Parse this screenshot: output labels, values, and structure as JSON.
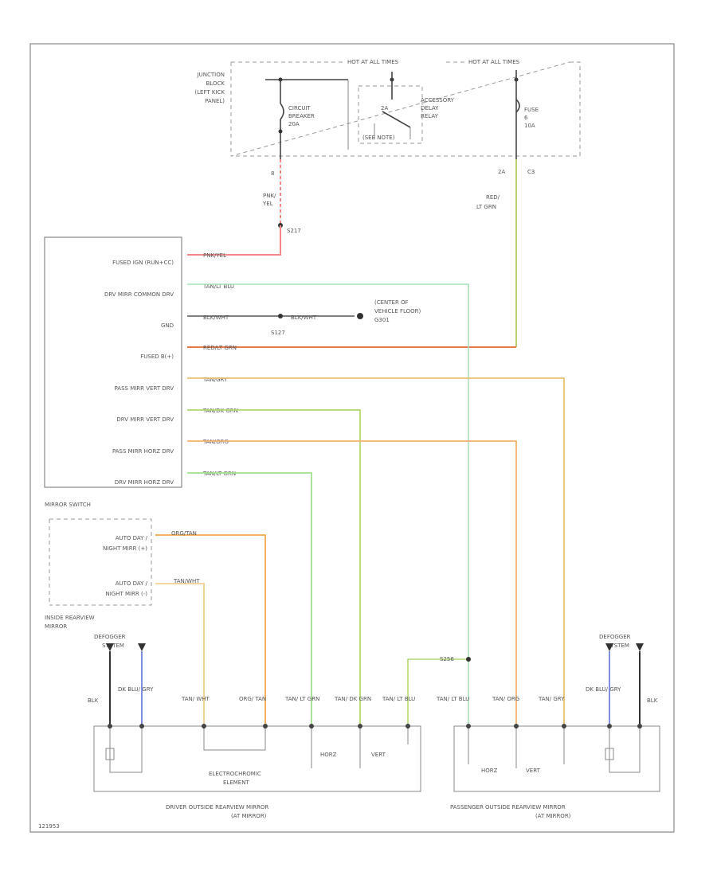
{
  "header": {
    "hot_run_start": "HOT AT ALL TIMES",
    "hot_all_times": "HOT AT ALL TIMES",
    "junction_block": [
      "JUNCTION",
      "BLOCK",
      "(LEFT KICK",
      "PANEL)"
    ]
  },
  "components": {
    "circuit_breaker": [
      "CIRCUIT",
      "BREAKER",
      "20A"
    ],
    "accessory_relay": [
      "ACCESSORY",
      "DELAY",
      "RELAY"
    ],
    "relay_pin": "2A",
    "relay_note": "(SEE NOTE)",
    "fuse": [
      "FUSE",
      "6",
      "10A"
    ],
    "fuse_pins": [
      "2A",
      "C3"
    ],
    "cb_pin": "8",
    "splice_top": "S217",
    "splice_gnd": "S127",
    "splice_right": "S256",
    "ground_location": [
      "(CENTER OF",
      "VEHICLE FLOOR)",
      "G301"
    ]
  },
  "switch": {
    "title": "MIRROR SWITCH",
    "pins": [
      {
        "label": "FUSED IGN (RUN+CC)",
        "wire": "PNK/YEL"
      },
      {
        "label": "DRV MIRR COMMON DRV",
        "wire": "TAN/LT BLU"
      },
      {
        "label": "GND",
        "wire": "BLK/WHT"
      },
      {
        "label": "FUSED B(+)",
        "wire": "RED/LT GRN"
      },
      {
        "label": "PASS MIRR VERT DRV",
        "wire": "TAN/GRY"
      },
      {
        "label": "DRV MIRR VERT DRV",
        "wire": "TAN/DK GRN"
      },
      {
        "label": "PASS MIRR HORZ DRV",
        "wire": "TAN/ORG"
      },
      {
        "label": "DRV MIRR HORZ DRV",
        "wire": "TAN/LT GRN"
      }
    ],
    "gnd_wire": "BLK/WHT"
  },
  "wires_labels": {
    "pnk_yel": [
      "PNK/",
      "YEL"
    ],
    "red_ltgrn": [
      "RED/",
      "LT GRN"
    ]
  },
  "inside_mirror": {
    "title": [
      "INSIDE REARVIEW",
      "MIRROR"
    ],
    "pin1": [
      "AUTO DAY /",
      "NIGHT MIRR (+)"
    ],
    "pin2": [
      "AUTO DAY /",
      "NIGHT MIRR (-)"
    ],
    "wire1": "ORG/TAN",
    "wire2": "TAN/WHT"
  },
  "driver_mirror": {
    "title": [
      "DRIVER OUTSIDE REARVIEW MIRROR",
      "(AT MIRROR)"
    ],
    "defogger": [
      "DEFOGGER",
      "SYSTEM"
    ],
    "wires": [
      "BLK",
      "DK BLU/ GRY",
      "TAN/ WHT",
      "ORG/ TAN",
      "TAN/ LT GRN",
      "TAN/ DK GRN",
      "TAN/ LT BLU"
    ],
    "element": [
      "ELECTROCHROMIC",
      "ELEMENT"
    ],
    "horz": "HORZ",
    "vert": "VERT"
  },
  "pass_mirror": {
    "title": [
      "PASSENGER OUTSIDE REARVIEW MIRROR",
      "(AT MIRROR)"
    ],
    "defogger": [
      "DEFOGGER",
      "SYSTEM"
    ],
    "wires": [
      "TAN/ LT BLU",
      "TAN/ ORG",
      "TAN/ GRY",
      "DK BLU/ GRY",
      "BLK"
    ],
    "horz": "HORZ",
    "vert": "VERT"
  },
  "colors": {
    "pnk_yel": "#f08a8a",
    "tan_ltblu": "#a8e0b8",
    "red_ltgrn_h": "#e67a4a",
    "red_ltgrn_v": "#b8d070",
    "tan_gry": "#e8c070",
    "tan_dkgrn": "#b0d870",
    "tan_org": "#f4b070",
    "tan_ltgrn": "#a0e090",
    "org_tan": "#f0a850",
    "tan_wht": "#f0d090",
    "dkblu_gry": "#8090e0"
  },
  "footer_code": "121953"
}
